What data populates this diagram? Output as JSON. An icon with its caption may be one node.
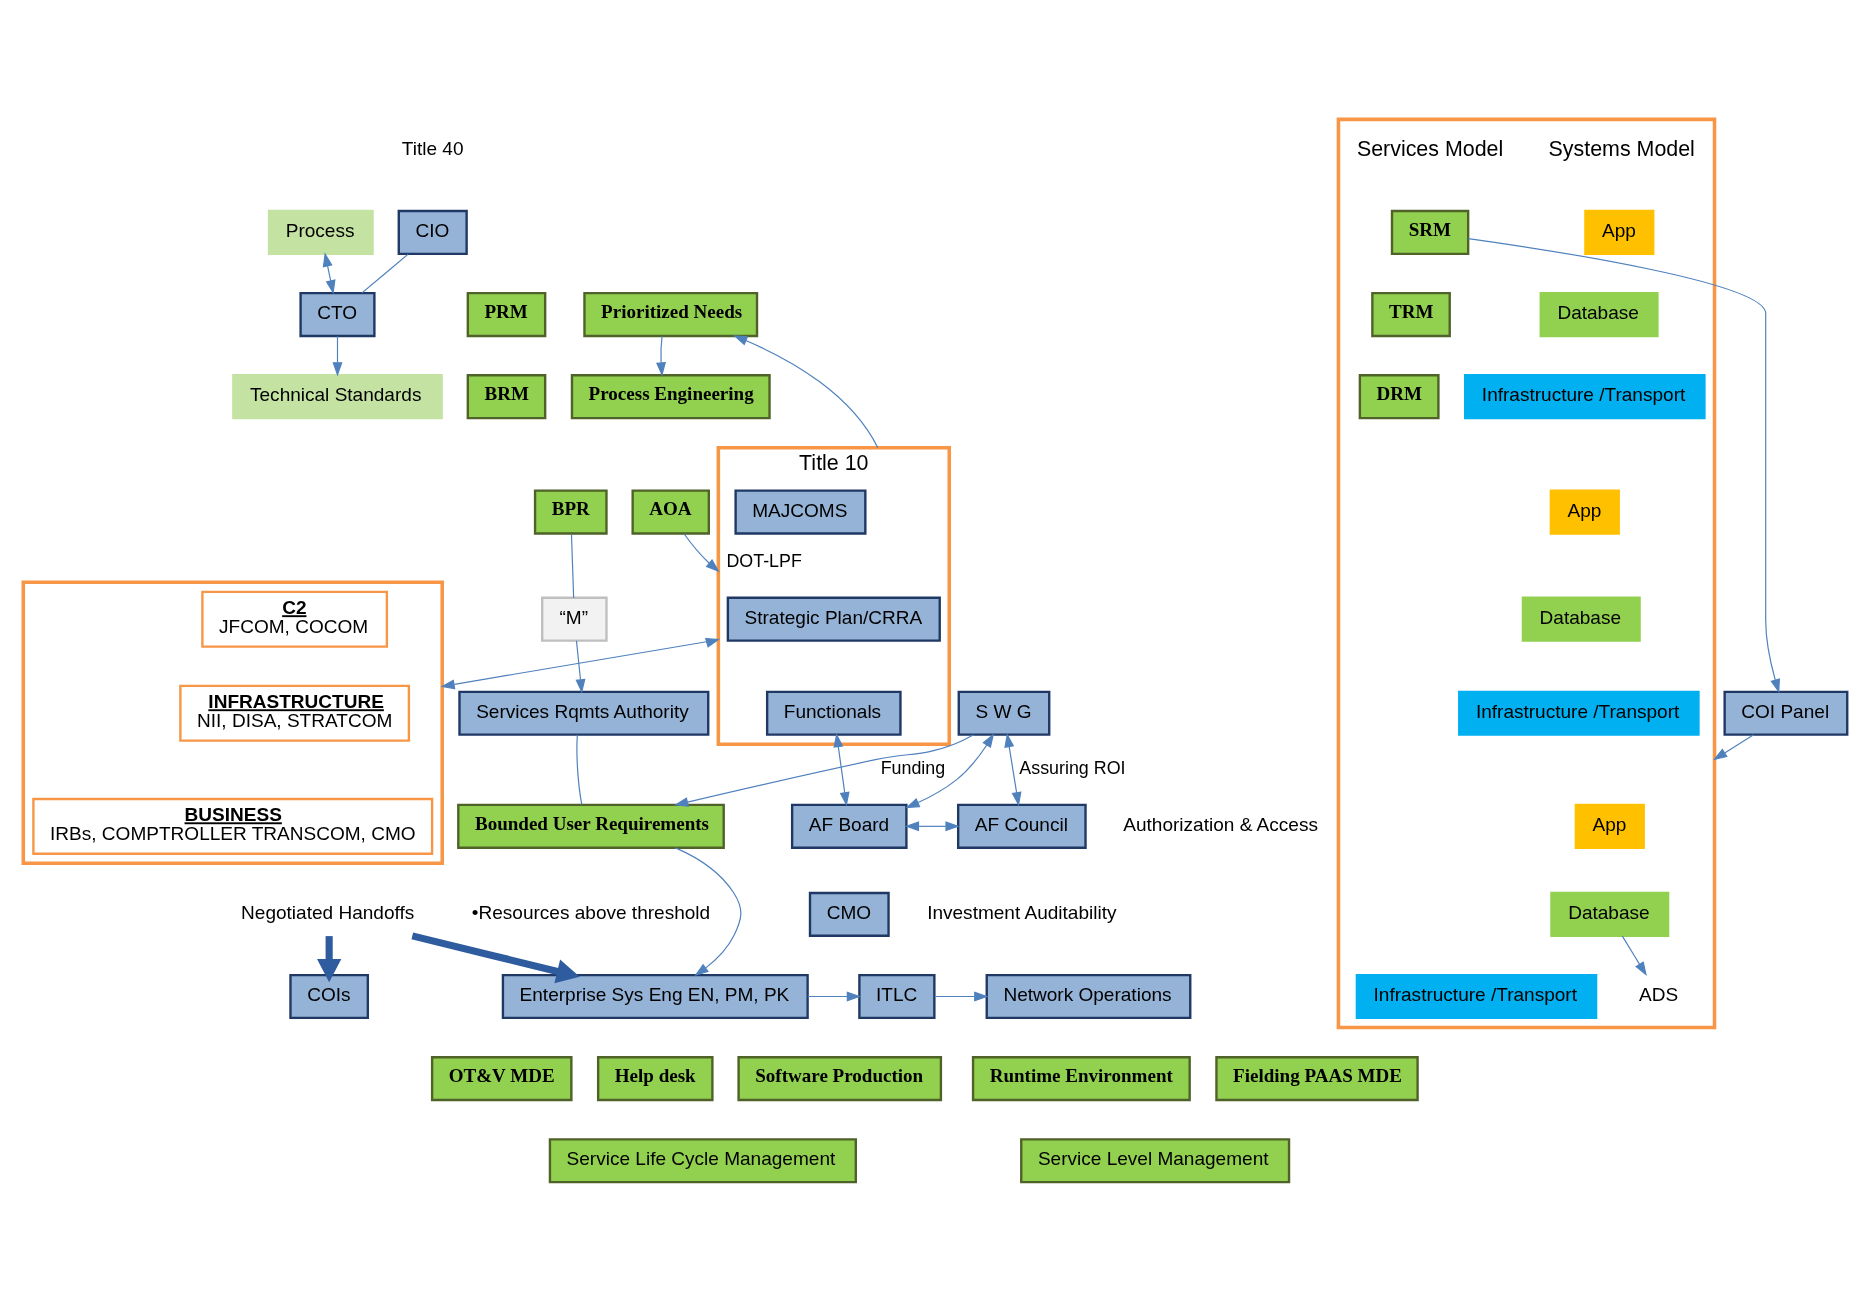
{
  "diagram": {
    "nodes": [
      {
        "text": [
          "CIO"
        ]
      },
      {
        "text": [
          "CTO"
        ]
      },
      {
        "text": [
          "Technical Standards"
        ]
      },
      {
        "text": [
          "Process"
        ]
      },
      {
        "text": [
          "PRM"
        ]
      },
      {
        "text": [
          "Prioritized Needs"
        ]
      },
      {
        "text": [
          "BRM"
        ]
      },
      {
        "text": [
          "Process Engineering"
        ]
      },
      {
        "text": [
          "BPR"
        ]
      },
      {
        "text": [
          "AOA"
        ]
      },
      {
        "text": [
          "“M”"
        ]
      },
      {
        "text": [
          "Title 10"
        ]
      },
      {
        "text": [
          "MAJCOMS"
        ],
        "in": 11
      },
      {
        "text": [
          "Strategic Plan/CRRA"
        ],
        "in": 11
      },
      {
        "text": [
          "Functionals"
        ],
        "in": 11
      },
      {
        "text": [],
        "shape": "box"
      },
      {
        "text": [
          "C2",
          "JFCOM, COCOM"
        ],
        "in": 15
      },
      {
        "text": [
          "INFRASTRUCTURE",
          "NII, DISA, STRATCOM"
        ],
        "in": 15
      },
      {
        "text": [
          "BUSINESS",
          "IRBs, COMPTROLLER TRANSCOM, CMO"
        ],
        "in": 15
      },
      {
        "text": [],
        "shape": "box"
      },
      {
        "text": [
          "App"
        ],
        "in": 19
      },
      {
        "text": [
          "Database"
        ],
        "in": 19
      },
      {
        "text": [
          "Infrastructure /Transport"
        ],
        "in": 19
      },
      {
        "text": [
          "App"
        ],
        "in": 19
      },
      {
        "text": [
          "Database"
        ],
        "in": 19
      },
      {
        "text": [
          "Infrastructure /Transport"
        ],
        "in": 19
      },
      {
        "text": [
          "App"
        ],
        "in": 19
      },
      {
        "text": [
          "Database"
        ],
        "in": 19
      },
      {
        "text": [
          "Infrastructure /Transport"
        ],
        "in": 19
      },
      {
        "text": [
          "SRM"
        ],
        "in": 19
      },
      {
        "text": [
          "TRM"
        ],
        "in": 19
      },
      {
        "text": [
          "DRM"
        ],
        "in": 19
      },
      {
        "text": [
          "ADS"
        ],
        "in": 19
      },
      {
        "text": [
          "COIs"
        ]
      },
      {
        "text": [
          "Negotiated Handoffs"
        ]
      },
      {
        "text": [
          "COI Panel"
        ]
      },
      {
        "text": [
          "Services Rqmts Authority"
        ]
      },
      {
        "text": [
          "S W G"
        ]
      },
      {
        "text": [
          "AF Board"
        ]
      },
      {
        "text": [
          "CMO"
        ]
      },
      {
        "text": [
          "AF Council"
        ],
        "beside": [
          "Authorization & Access"
        ]
      },
      {
        "text": [
          "Bounded User Requirements"
        ]
      },
      {
        "text": [
          "Enterprise Sys Eng EN, PM, PK"
        ]
      },
      {
        "text": [
          "ITLC"
        ]
      },
      {
        "text": [
          "Network Operations"
        ]
      },
      {
        "text": [
          "Software Production"
        ]
      },
      {
        "text": [
          "OT&V MDE"
        ]
      },
      {
        "text": [
          "Help desk"
        ]
      },
      {
        "text": [
          "Service Life Cycle Management"
        ]
      },
      {
        "text": [
          "Fielding PAAS MDE"
        ]
      },
      {
        "text": [
          "Runtime Environment"
        ]
      },
      {
        "text": [
          "Service Level Management"
        ]
      }
    ],
    "edges": [
      {
        "from": 0,
        "to": 1,
        "arrow": "none"
      },
      {
        "from": 1,
        "to": 2,
        "arrow": "to"
      },
      {
        "from": 3,
        "to": 1,
        "arrow": "both"
      },
      {
        "from": 5,
        "to": 7,
        "arrow": "to"
      },
      {
        "from": 11,
        "to": 5,
        "arrow": "to"
      },
      {
        "from": 9,
        "to": 11,
        "arrow": "to",
        "label": "DOT-LPF"
      },
      {
        "from": 8,
        "to": 10,
        "arrow": "none"
      },
      {
        "from": 10,
        "to": 36,
        "arrow": "to"
      },
      {
        "from": 35,
        "to": 19,
        "arrow": "to"
      },
      {
        "from": 29,
        "to": 35,
        "arrow": "to"
      },
      {
        "from": 34,
        "to": 33,
        "arrow": "to",
        "style": "thick",
        "color": "#2e5c9e"
      },
      {
        "from": 34,
        "to": 42,
        "arrow": "to",
        "style": "thick",
        "color": "#2e5c9e"
      },
      {
        "from": 14,
        "to": 38,
        "arrow": "both"
      },
      {
        "from": 11,
        "to": 15,
        "arrow": "both"
      },
      {
        "from": 37,
        "to": 38,
        "arrow": "both"
      },
      {
        "from": 38,
        "to": 40,
        "arrow": "both"
      },
      {
        "from": 37,
        "to": 40,
        "arrow": "both",
        "label": "Assuring ROI"
      },
      {
        "from": 37,
        "to": 41,
        "arrow": "to",
        "label": "Funding"
      },
      {
        "from": 36,
        "to": 41,
        "arrow": "none"
      },
      {
        "from": 41,
        "to": 42,
        "arrow": "to"
      },
      {
        "from": 42,
        "to": 43,
        "arrow": "to"
      },
      {
        "from": 43,
        "to": 44,
        "arrow": "to"
      },
      {
        "from": 27,
        "to": 32,
        "arrow": "to"
      }
    ],
    "labels": [
      "Title 40",
      "Systems Model",
      "Services Model",
      "Investment Auditability",
      "•Resources above threshold"
    ]
  }
}
